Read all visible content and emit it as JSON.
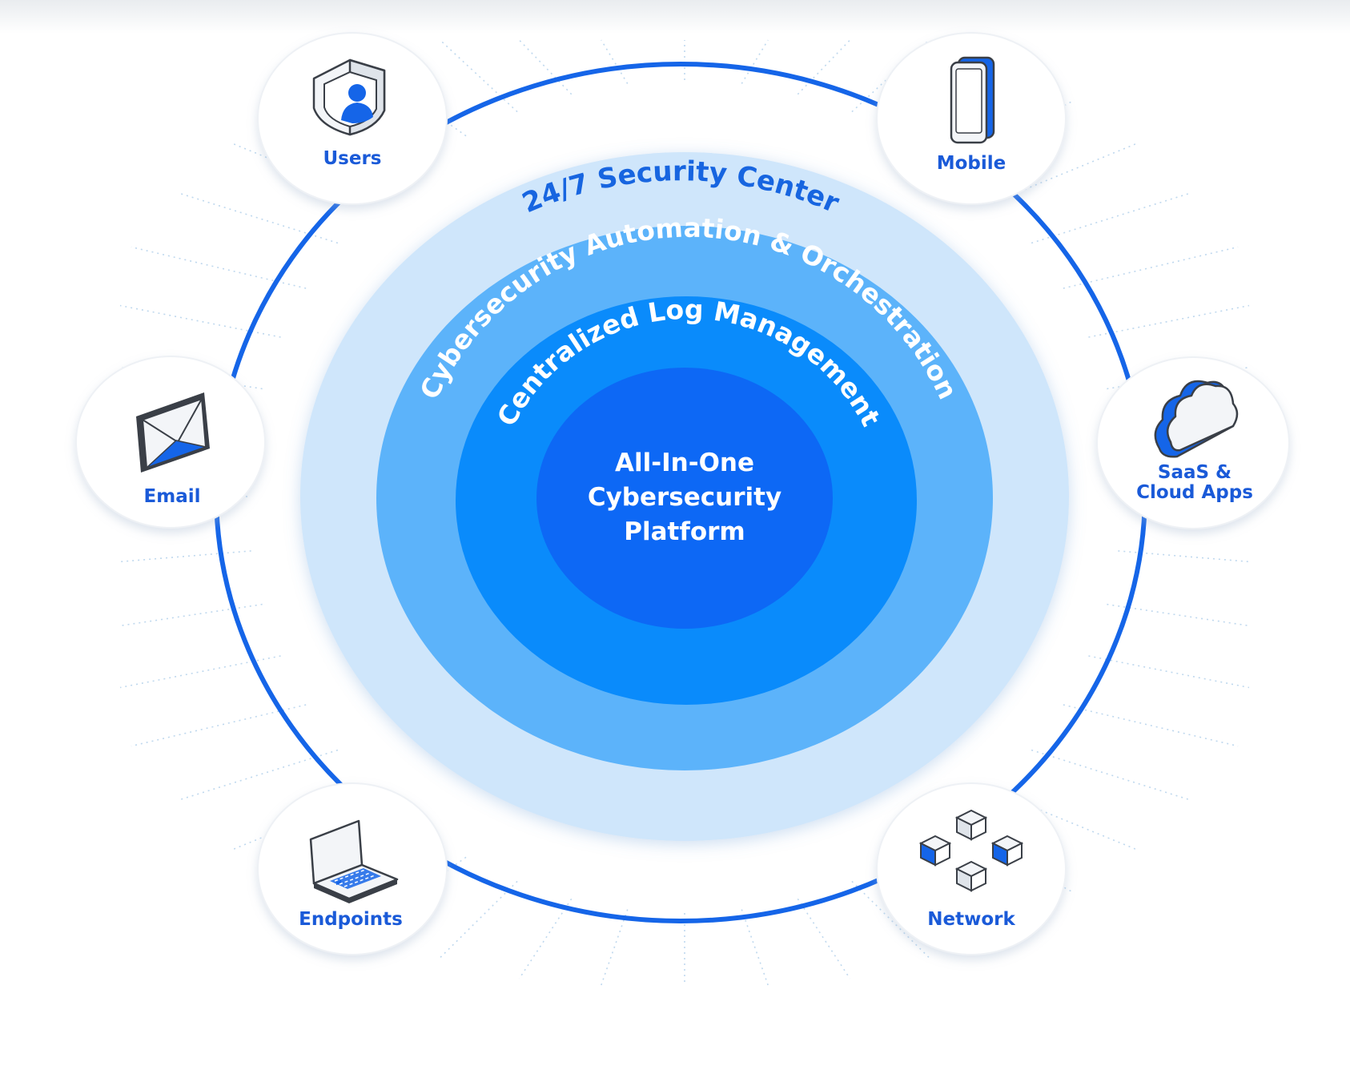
{
  "diagram": {
    "core": {
      "lines": [
        "All-In-One",
        "Cybersecurity",
        "Platform"
      ]
    },
    "rings": {
      "security_center": "24/7 Security Center",
      "automation": "Cybersecurity Automation & Orchestration",
      "log_management": "Centralized Log Management"
    },
    "nodes": {
      "users": {
        "label": "Users",
        "icon": "user-shield-icon"
      },
      "mobile": {
        "label": "Mobile",
        "icon": "mobile-phone-icon"
      },
      "email": {
        "label": "Email",
        "icon": "envelope-icon"
      },
      "saas": {
        "label_line1": "SaaS &",
        "label_line2": "Cloud Apps",
        "icon": "cloud-icon"
      },
      "endpoints": {
        "label": "Endpoints",
        "icon": "laptop-icon"
      },
      "network": {
        "label": "Network",
        "icon": "network-cubes-icon"
      }
    },
    "colors": {
      "outer_ring_line": "#1565e8",
      "layer1": "#cfe6fb",
      "layer2": "#5cb3fa",
      "layer3": "#0a8bfb",
      "core": "#0d68f5",
      "label_blue": "#1a5ad8",
      "ring_text_light": "#ffffff",
      "ring_text_dark": "#1765e0"
    }
  }
}
